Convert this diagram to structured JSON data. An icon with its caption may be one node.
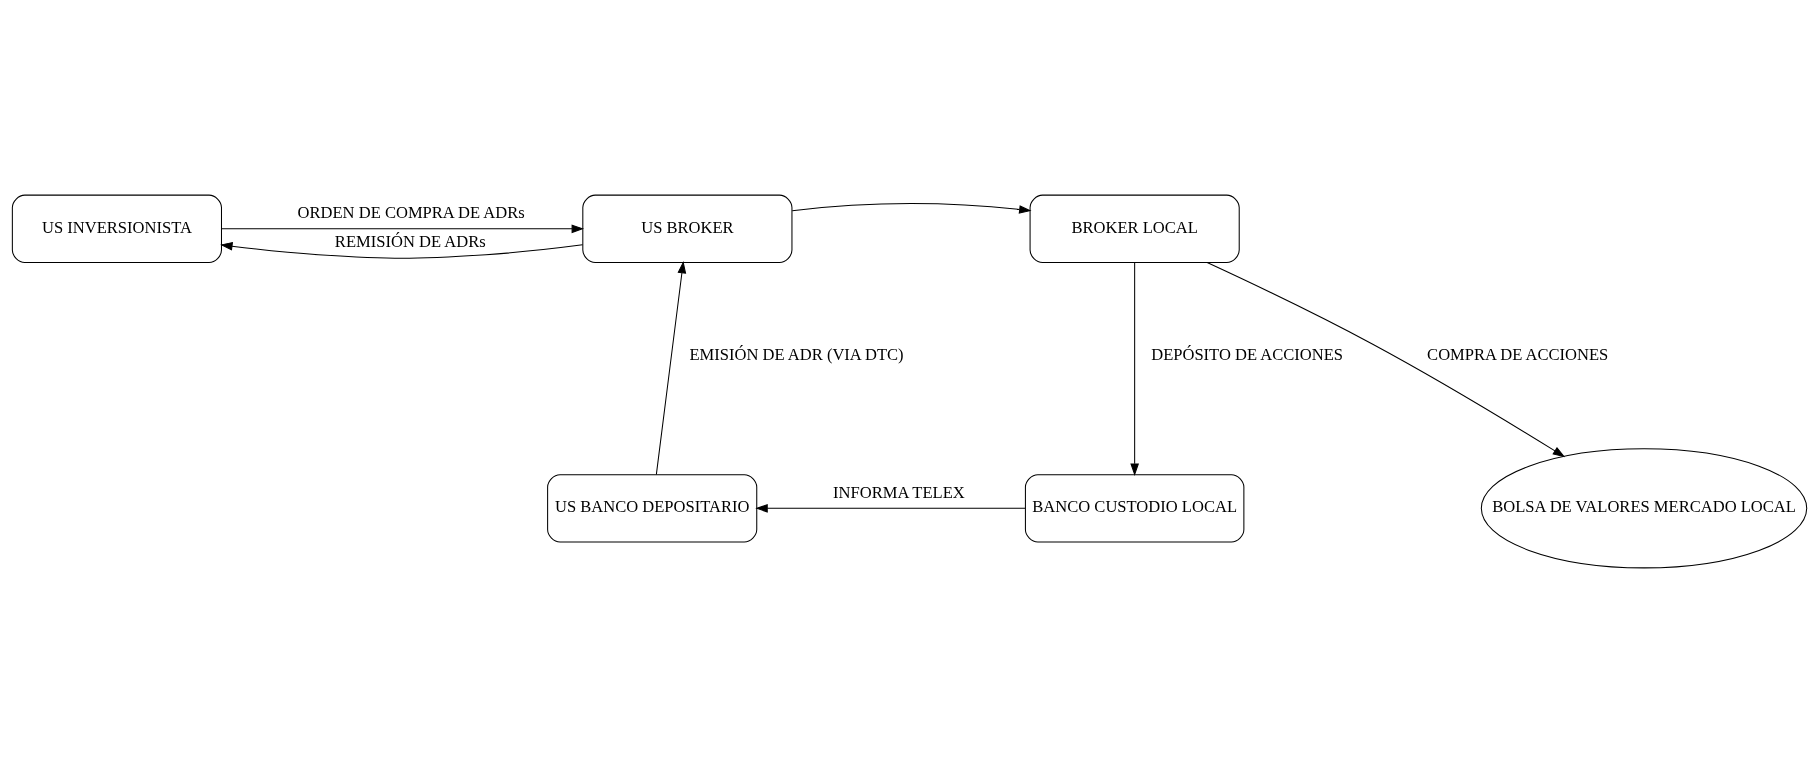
{
  "diagram": {
    "nodes": [
      {
        "text": [
          "US INVERSIONISTA"
        ]
      },
      {
        "text": [
          "US BROKER"
        ]
      },
      {
        "text": [
          "BROKER LOCAL"
        ]
      },
      {
        "text": [
          "US BANCO DEPOSITARIO"
        ]
      },
      {
        "text": [
          "BANCO CUSTODIO LOCAL"
        ]
      },
      {
        "text": [
          "BOLSA DE VALORES MERCADO LOCAL"
        ]
      }
    ],
    "edges": [
      {
        "from": 0,
        "to": 1,
        "arrow": "to",
        "label": "ORDEN DE COMPRA DE ADRs"
      },
      {
        "from": 1,
        "to": 0,
        "arrow": "to",
        "label": "REMISIÓN DE ADRs"
      },
      {
        "from": 1,
        "to": 2,
        "arrow": "to"
      },
      {
        "from": 3,
        "to": 1,
        "arrow": "to",
        "label": "EMISIÓN DE ADR (VIA DTC)"
      },
      {
        "from": 2,
        "to": 4,
        "arrow": "to",
        "label": "DEPÓSITO DE ACCIONES"
      },
      {
        "from": 2,
        "to": 5,
        "arrow": "to",
        "label": "COMPRA DE ACCIONES"
      },
      {
        "from": 4,
        "to": 3,
        "arrow": "to",
        "label": "INFORMA TELEX"
      }
    ]
  }
}
